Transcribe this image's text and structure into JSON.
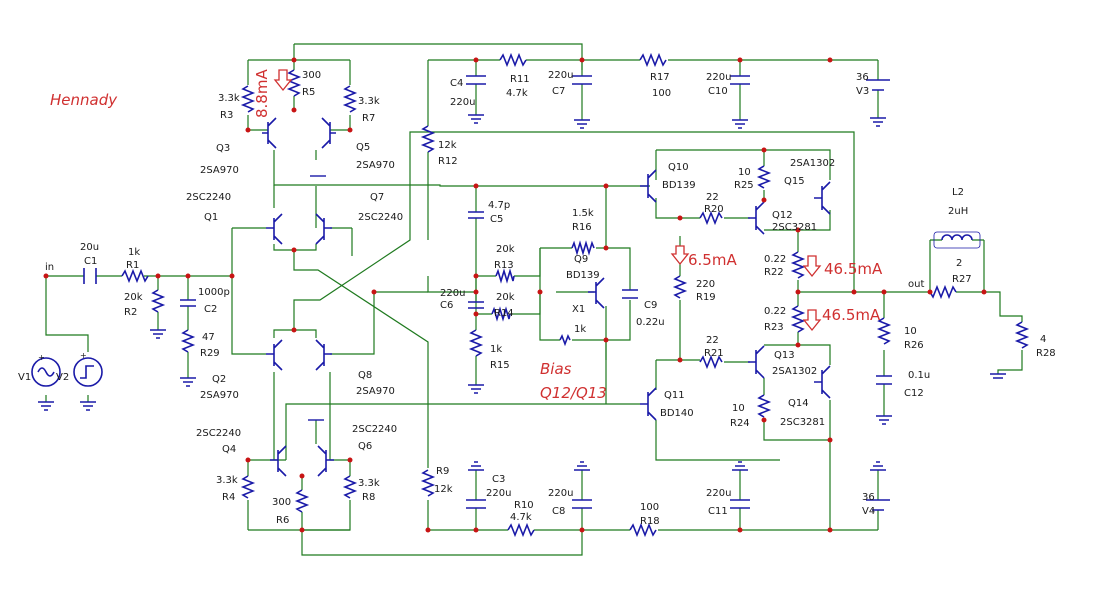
{
  "author": "Hennady",
  "annotations": {
    "i_diff": "8.8mA",
    "i_driver": "6.5mA",
    "i_out_top": "46.5mA",
    "i_out_bottom": "46.5mA",
    "bias_line1": "Bias",
    "bias_line2": "Q12/Q13"
  },
  "nets": {
    "in": "in",
    "out": "out"
  },
  "components": {
    "R3": {
      "ref": "R3",
      "value": "3.3k"
    },
    "R5": {
      "ref": "R5",
      "value": "300"
    },
    "R7": {
      "ref": "R7",
      "value": "3.3k"
    },
    "Q3": {
      "ref": "Q3",
      "part": "2SA970"
    },
    "Q5": {
      "ref": "Q5",
      "part": "2SA970"
    },
    "Q1": {
      "ref": "Q1",
      "part": "2SC2240"
    },
    "Q7": {
      "ref": "Q7",
      "part": "2SC2240"
    },
    "C1": {
      "ref": "C1",
      "value": "20u"
    },
    "R1": {
      "ref": "R1",
      "value": "1k"
    },
    "R2": {
      "ref": "R2",
      "value": "20k"
    },
    "C2": {
      "ref": "C2",
      "value": "1000p"
    },
    "R29": {
      "ref": "R29",
      "value": "47"
    },
    "Q2": {
      "ref": "Q2",
      "part": "2SA970"
    },
    "Q8": {
      "ref": "Q8",
      "part": "2SA970"
    },
    "Q4": {
      "ref": "Q4",
      "part": "2SC2240"
    },
    "Q6": {
      "ref": "Q6",
      "part": "2SC2240"
    },
    "R4": {
      "ref": "R4",
      "value": "3.3k"
    },
    "R6": {
      "ref": "R6",
      "value": "300"
    },
    "R8": {
      "ref": "R8",
      "value": "3.3k"
    },
    "V1": {
      "ref": "V1"
    },
    "V2": {
      "ref": "V2"
    },
    "R12": {
      "ref": "R12",
      "value": "12k"
    },
    "R9": {
      "ref": "R9",
      "value": "12k"
    },
    "C4": {
      "ref": "C4",
      "value": "220u"
    },
    "R11": {
      "ref": "R11",
      "value": "4.7k"
    },
    "C7": {
      "ref": "C7",
      "value": "220u"
    },
    "R17": {
      "ref": "R17",
      "value": "100"
    },
    "C10": {
      "ref": "C10",
      "value": "220u"
    },
    "V3": {
      "ref": "V3",
      "value": "36"
    },
    "C5": {
      "ref": "C5",
      "value": "4.7p"
    },
    "R13": {
      "ref": "R13",
      "value": "20k"
    },
    "C6": {
      "ref": "C6",
      "value": "220u"
    },
    "R14": {
      "ref": "R14",
      "value": "20k"
    },
    "R15": {
      "ref": "R15",
      "value": "1k"
    },
    "R16": {
      "ref": "R16",
      "value": "1.5k"
    },
    "Q9": {
      "ref": "Q9",
      "part": "BD139"
    },
    "X1": {
      "ref": "X1",
      "value": "1k"
    },
    "C9": {
      "ref": "C9",
      "value": "0.22u"
    },
    "Q10": {
      "ref": "Q10",
      "part": "BD139"
    },
    "R20": {
      "ref": "R20",
      "value": "22"
    },
    "R25": {
      "ref": "R25",
      "value": "10"
    },
    "Q15": {
      "ref": "Q15",
      "part": "2SA1302"
    },
    "Q12": {
      "ref": "Q12",
      "part": "2SC3281"
    },
    "R22": {
      "ref": "R22",
      "value": "0.22"
    },
    "R19": {
      "ref": "R19",
      "value": "220"
    },
    "R23": {
      "ref": "R23",
      "value": "0.22"
    },
    "R21": {
      "ref": "R21",
      "value": "22"
    },
    "Q13": {
      "ref": "Q13",
      "part": "2SA1302"
    },
    "Q11": {
      "ref": "Q11",
      "part": "BD140"
    },
    "R24": {
      "ref": "R24",
      "value": "10"
    },
    "Q14": {
      "ref": "Q14",
      "part": "2SC3281"
    },
    "R26": {
      "ref": "R26",
      "value": "10"
    },
    "C12": {
      "ref": "C12",
      "value": "0.1u"
    },
    "L2": {
      "ref": "L2",
      "value": "2uH"
    },
    "R27": {
      "ref": "R27",
      "value": "2"
    },
    "R28": {
      "ref": "R28",
      "value": "4"
    },
    "C3": {
      "ref": "C3",
      "value": "220u"
    },
    "R10": {
      "ref": "R10",
      "value": "4.7k"
    },
    "C8": {
      "ref": "C8",
      "value": "220u"
    },
    "R18": {
      "ref": "R18",
      "value": "100"
    },
    "C11": {
      "ref": "C11",
      "value": "220u"
    },
    "V4": {
      "ref": "V4",
      "value": "36"
    }
  },
  "colors": {
    "wire": "#1f7a1f",
    "device": "#1a1aa8",
    "junction": "#c81414",
    "annotation": "#d03030"
  }
}
